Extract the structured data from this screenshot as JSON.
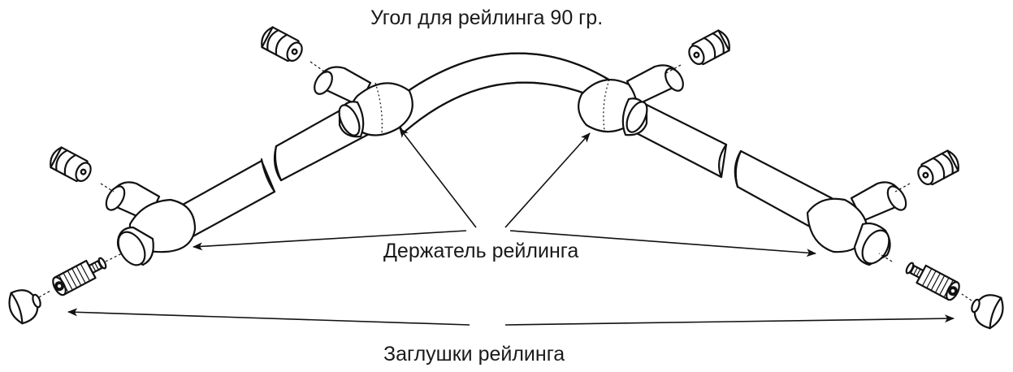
{
  "labels": {
    "corner": "Угол для рейлинга 90 гр.",
    "holder": "Держатель рейлинга",
    "caps": "Заглушки рейлинга"
  },
  "colors": {
    "line": "#111111",
    "background": "#ffffff"
  }
}
